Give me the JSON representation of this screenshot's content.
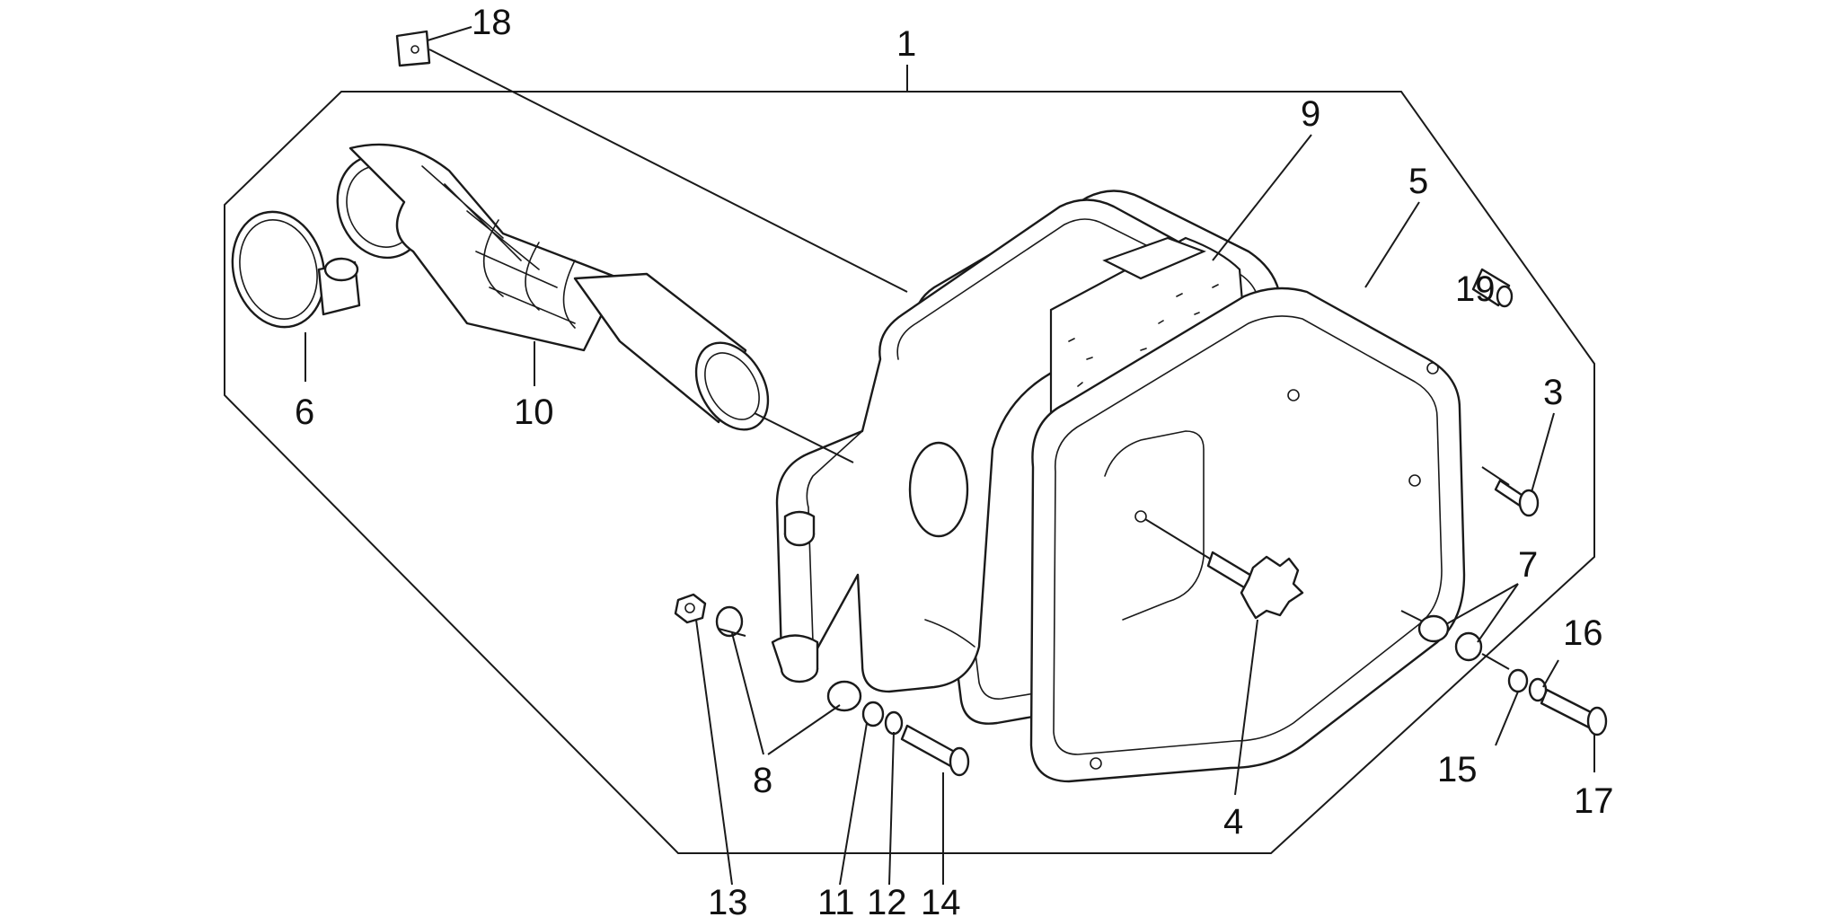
{
  "diagram": {
    "callouts": [
      "1",
      "3",
      "4",
      "5",
      "6",
      "7",
      "8",
      "9",
      "10",
      "11",
      "12",
      "13",
      "14",
      "15",
      "16",
      "17",
      "18",
      "19"
    ]
  },
  "colors": {
    "ink": "#1a1a1a",
    "background": "#ffffff"
  }
}
